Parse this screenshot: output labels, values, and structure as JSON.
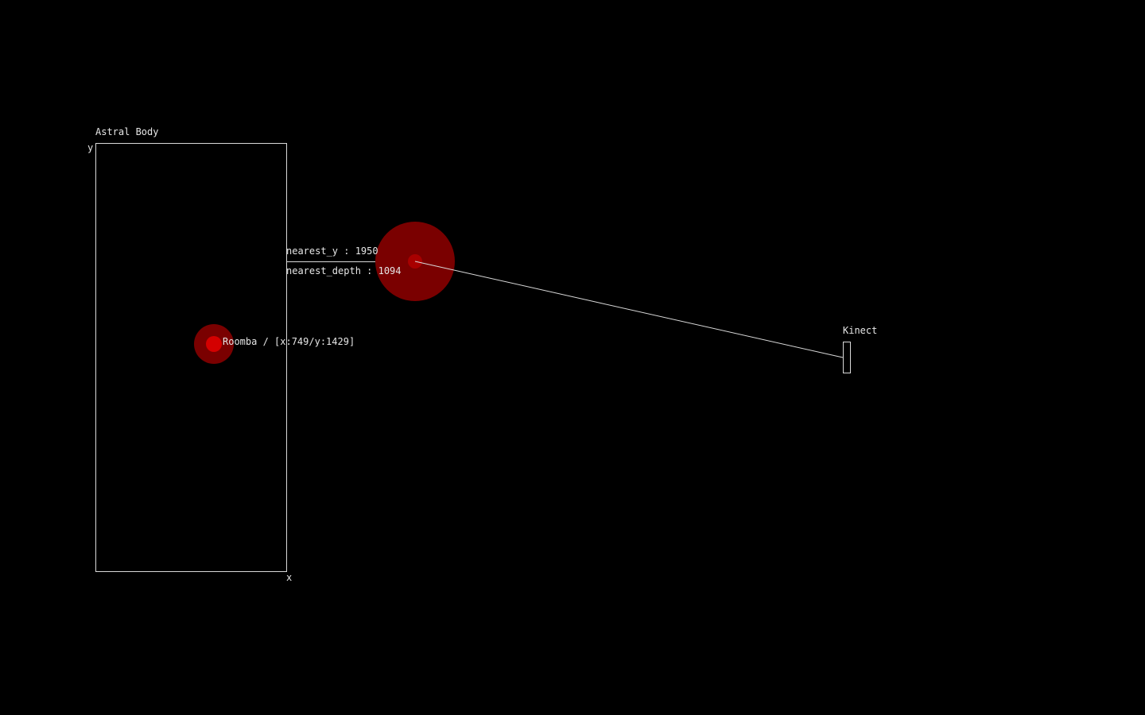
{
  "colors": {
    "background": "#000000",
    "line": "#d9d9d9",
    "text": "#e6e6e6",
    "blob_outer": "#7a0000",
    "blob_inner": "#c20000",
    "roomba_outer": "#7a0000",
    "roomba_inner": "#d40000"
  },
  "astral_body": {
    "title": "Astral Body",
    "y_axis_label": "y",
    "x_axis_label": "x"
  },
  "nearest": {
    "y_label": "nearest_y : 1950",
    "depth_label": "nearest_depth : 1094"
  },
  "roomba": {
    "label": "Roomba / [x:749/y:1429]"
  },
  "kinect": {
    "label": "Kinect"
  }
}
